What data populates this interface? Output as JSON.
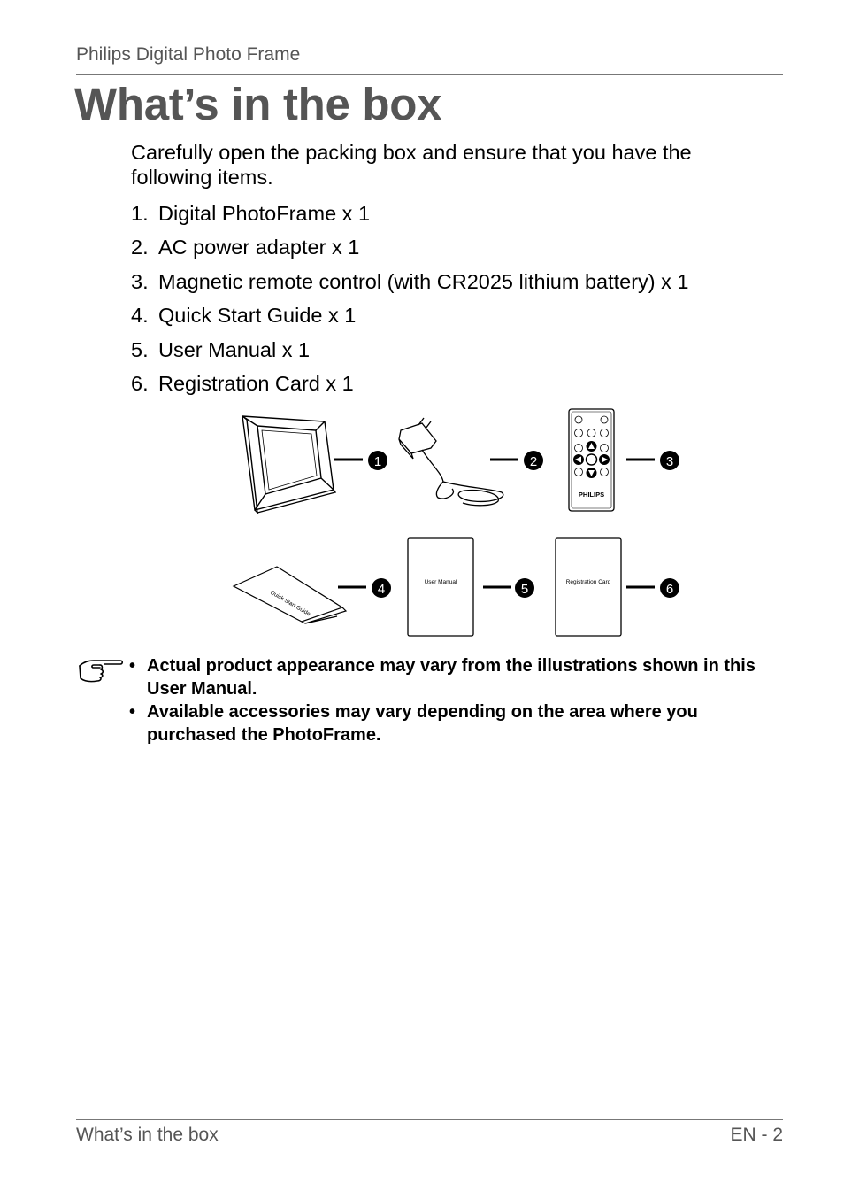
{
  "header": {
    "product": "Philips Digital Photo Frame"
  },
  "page_title": "What’s in the box",
  "intro": "Carefully open the packing box and ensure that you have the following items.",
  "items": [
    {
      "num": "1.",
      "text": "Digital PhotoFrame x 1"
    },
    {
      "num": "2.",
      "text": "AC power adapter x 1"
    },
    {
      "num": "3.",
      "text": "Magnetic remote control (with CR2025 lithium battery) x 1"
    },
    {
      "num": "4.",
      "text": "Quick Start Guide x 1"
    },
    {
      "num": "5.",
      "text": "User Manual x 1"
    },
    {
      "num": "6.",
      "text": "Registration Card x 1"
    }
  ],
  "illustration": {
    "callouts": [
      "1",
      "2",
      "3",
      "4",
      "5",
      "6"
    ],
    "remote_brand": "PHILIPS",
    "quick_start_label": "Quick Start Guide",
    "user_manual_label": "User Manual",
    "registration_card_label": "Registration Card"
  },
  "notes": {
    "bullet": "•",
    "items": [
      "Actual product appearance may vary from the illustrations shown in this User Manual.",
      "Available accessories may vary depending on the area where you purchased the PhotoFrame."
    ]
  },
  "footer": {
    "section": "What’s in the box",
    "page": "EN - 2"
  }
}
